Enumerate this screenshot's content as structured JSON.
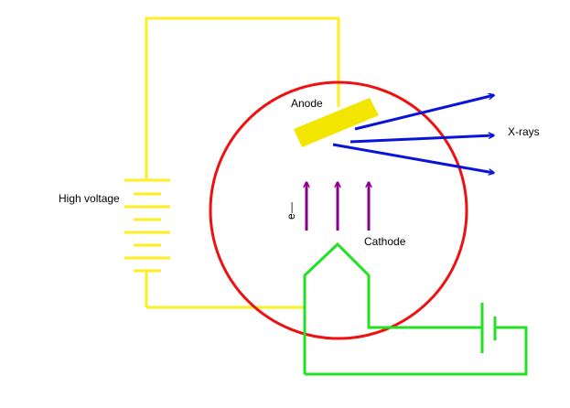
{
  "labels": {
    "anode": "Anode",
    "xrays": "X-rays",
    "high_voltage": "High voltage",
    "electron": "e",
    "electron_bar": "—",
    "cathode": "Cathode"
  },
  "colors": {
    "high_voltage_circuit": "#FFEE22",
    "anode_plate": "#F2E600",
    "tube": "#EE1111",
    "xray_arrows": "#0A14D9",
    "electron_arrows": "#8A008A",
    "filament_circuit": "#22E022",
    "text": "#000000",
    "background": "#FFFFFF"
  }
}
